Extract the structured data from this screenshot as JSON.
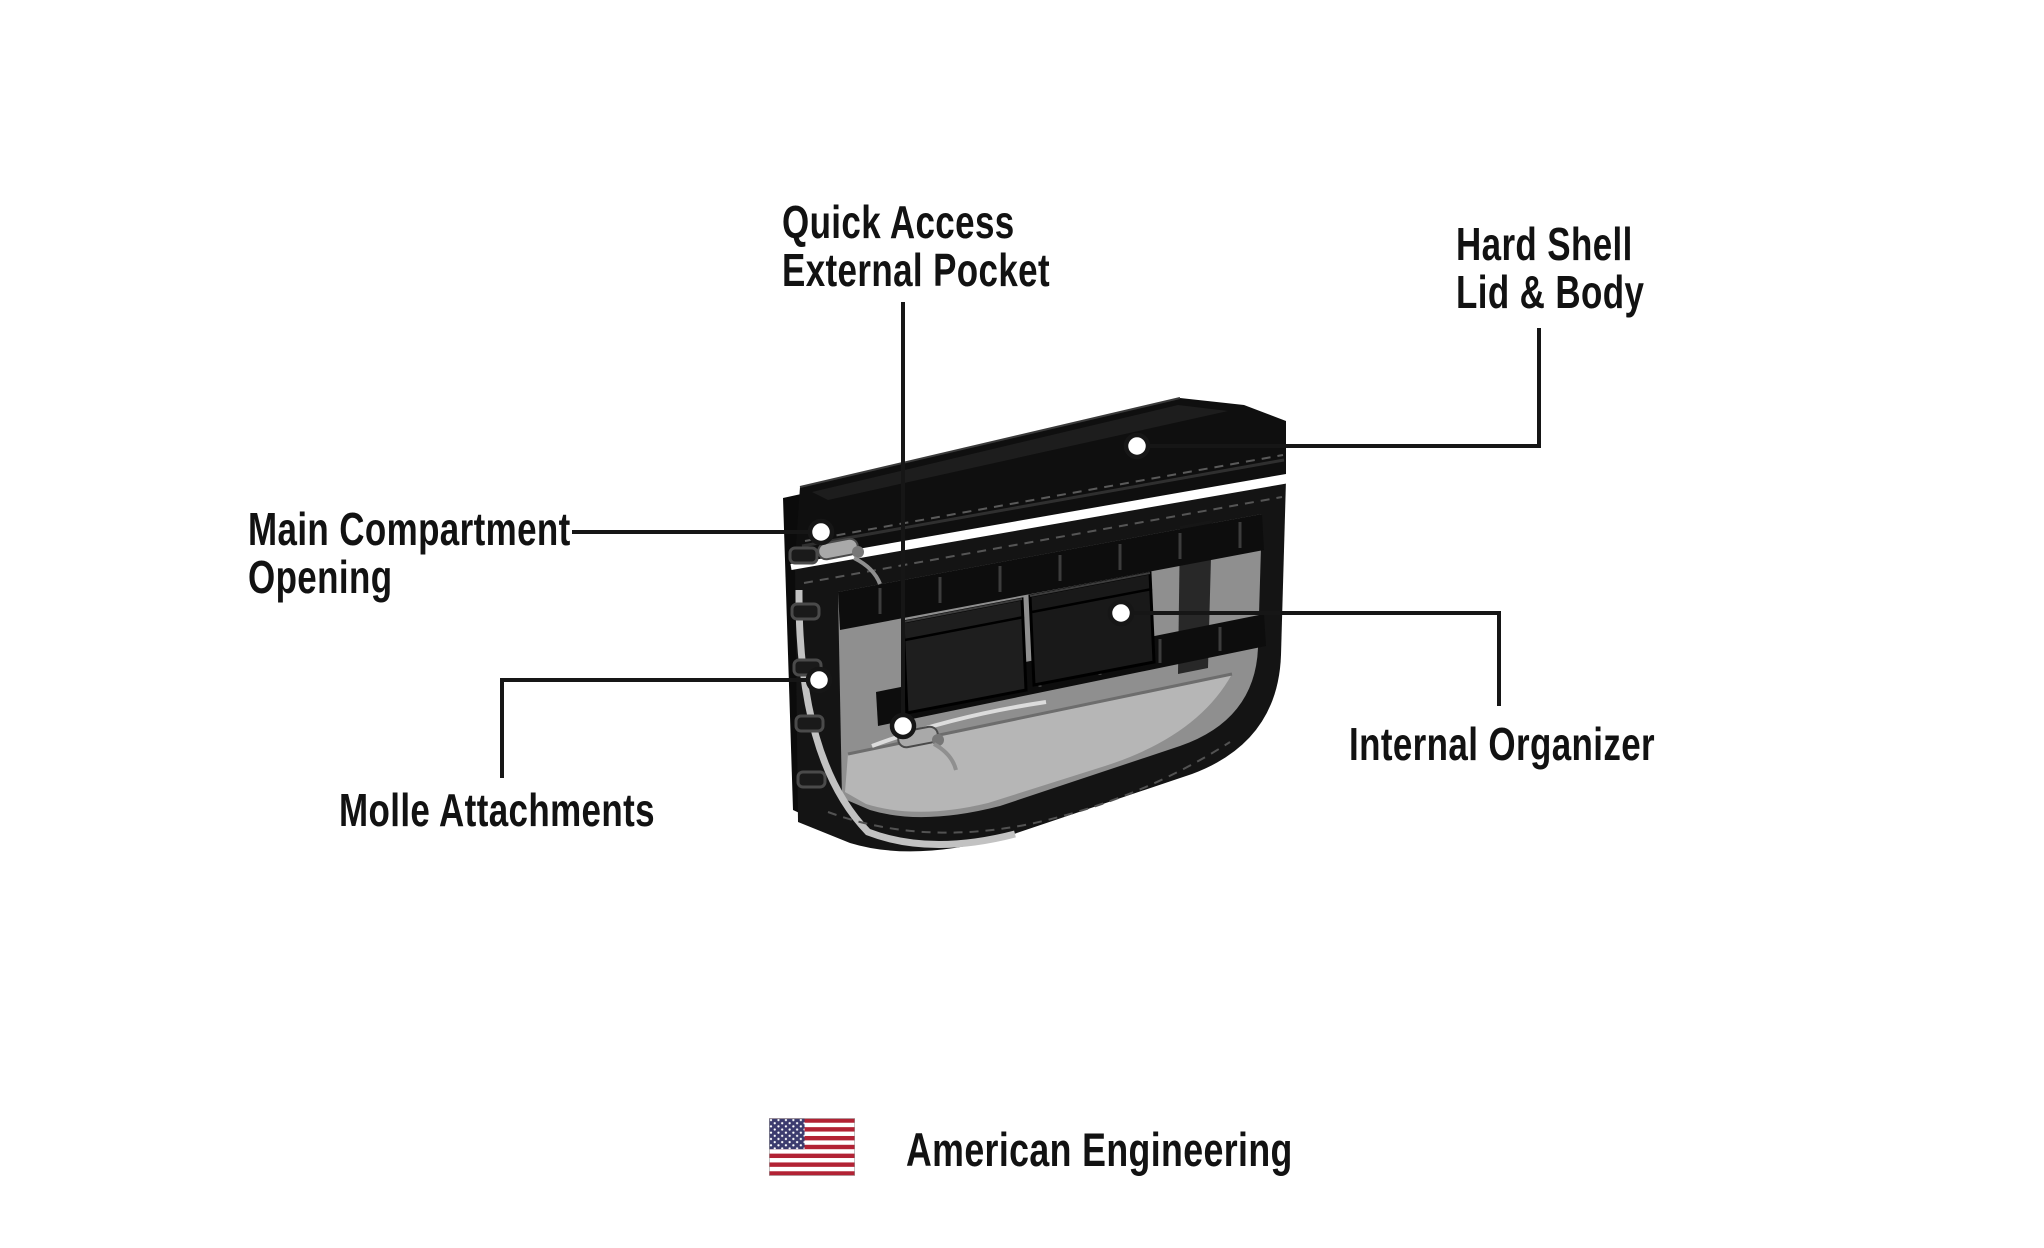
{
  "page": {
    "background": "#ffffff",
    "type": "product-feature-diagram"
  },
  "callouts": {
    "quick_access": {
      "label": "Quick Access\nExternal Pocket"
    },
    "hard_shell": {
      "label": "Hard Shell\nLid & Body"
    },
    "main_compartment": {
      "label": "Main Compartment\nOpening"
    },
    "molle": {
      "label": "Molle Attachments"
    },
    "internal_organizer": {
      "label": "Internal Organizer"
    }
  },
  "footer": {
    "text": "American Engineering",
    "flag_icon": "us-flag-icon"
  },
  "colors": {
    "label_text": "#121212",
    "callout_line": "#161616",
    "callout_dot_fill": "#ffffff",
    "bag_shell": "#121212",
    "bag_interior_gray": "#8f8f8f",
    "bag_floor_gray": "#b6b6b6",
    "flag_red": "#B22234",
    "flag_blue": "#3C3B6E",
    "flag_white": "#ffffff"
  }
}
